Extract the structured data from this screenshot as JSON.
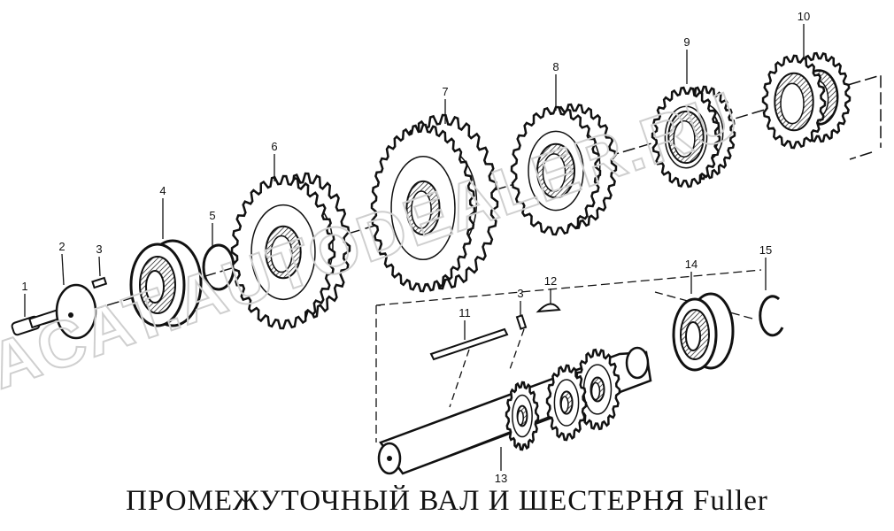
{
  "caption": "ПРОМЕЖУТОЧНЫЙ ВАЛ И ШЕСТЕРНЯ Fuller",
  "watermark": "ACAT.AUTODEALER.RU",
  "callouts": [
    "1",
    "2",
    "3",
    "4",
    "5",
    "6",
    "7",
    "8",
    "9",
    "10",
    "11",
    "12",
    "3",
    "13",
    "14",
    "15"
  ],
  "colors": {
    "ink": "#111111",
    "watermark": "#cfcfcf"
  }
}
